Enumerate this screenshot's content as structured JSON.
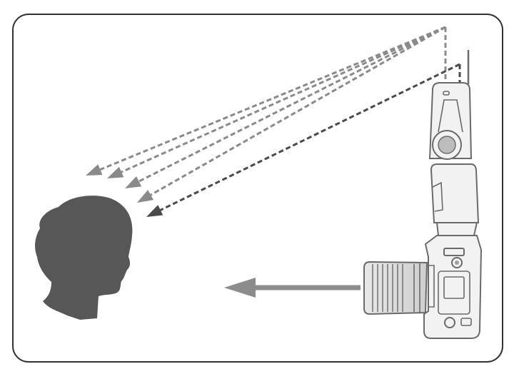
{
  "diagram": {
    "subject": "head-silhouette",
    "device": "camera-with-flash",
    "flash_orientation": "bounced-up",
    "bounce_ray_count": 5,
    "direct_arrow": "camera-to-subject"
  },
  "colors": {
    "frame_border": "#333333",
    "frame_fill": "#ffffff",
    "silhouette": "#575757",
    "ray_light": "#8a8a8a",
    "ray_dark": "#4a4a4a",
    "camera_body": "#f2f2f2",
    "camera_stroke": "#6a6a6a",
    "direct_arrow": "#8c8c8c"
  }
}
